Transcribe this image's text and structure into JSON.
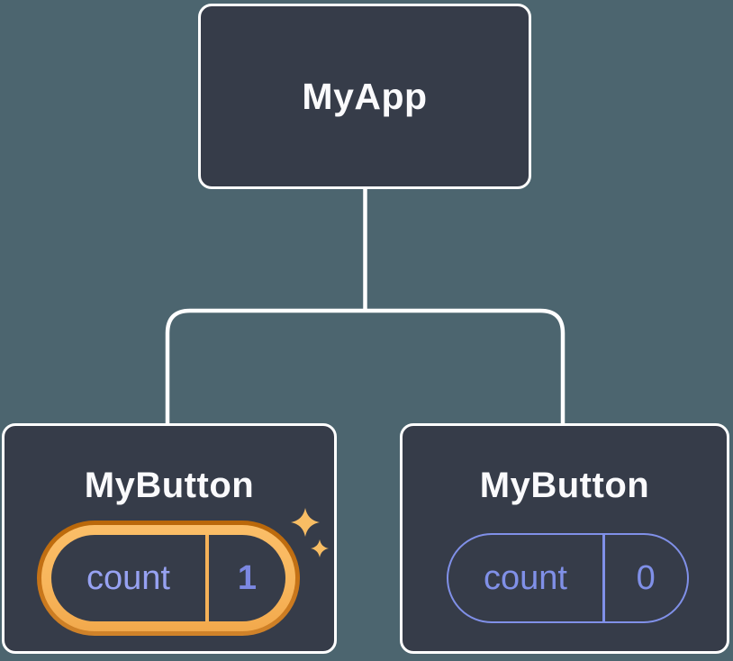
{
  "diagram": {
    "description": "React component tree with isolated state",
    "nodes": {
      "root": {
        "label": "MyApp"
      },
      "left_child": {
        "label": "MyButton",
        "state_name": "count",
        "state_value": "1",
        "highlighted": true
      },
      "right_child": {
        "label": "MyButton",
        "state_name": "count",
        "state_value": "0",
        "highlighted": false
      }
    },
    "icons": {
      "sparkle_large": "sparkle-icon",
      "sparkle_small": "sparkle-icon"
    },
    "colors": {
      "background": "#4C656F",
      "node_fill": "#363C49",
      "node_border": "#FFFFFF",
      "node_text": "#FAFAFC",
      "connector": "#FFFFFF",
      "state_purple": "#8090E8",
      "state_name_highlight": "#97A2F2",
      "state_value_highlight": "#7C88E2",
      "highlight_ring_outer": "#C77418",
      "highlight_ring_inner": "#F8B65C",
      "sparkle": "#F8BD64"
    }
  }
}
